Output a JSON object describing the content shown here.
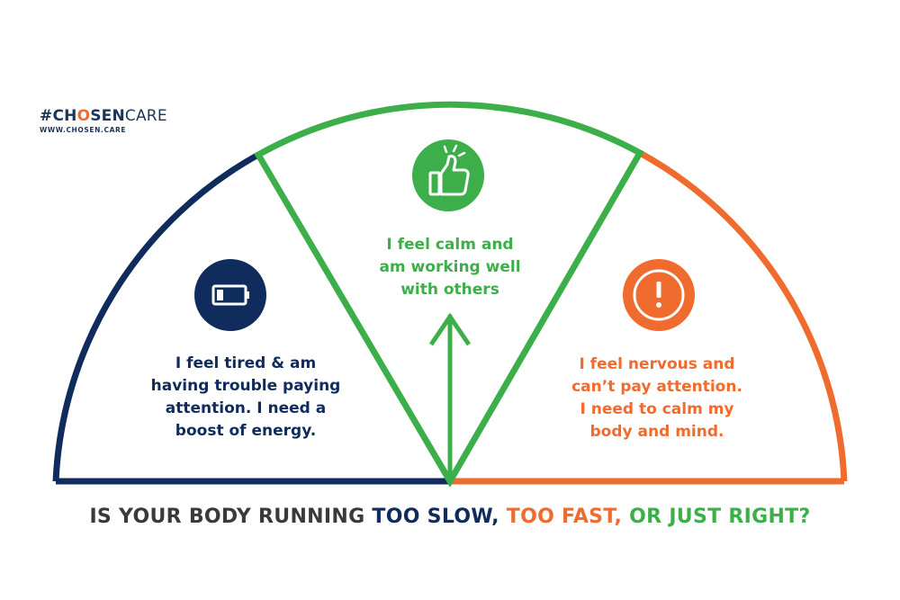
{
  "logo": {
    "hash": "#CH",
    "o": "O",
    "sen": "SEN",
    "care": "CARE",
    "url": "WWW.CHOSEN.CARE"
  },
  "zones": {
    "slow": {
      "lines": [
        "I feel tired & am",
        "having trouble paying",
        "attention. I need a",
        "boost of energy."
      ],
      "icon": "battery-low-icon",
      "color": "#0f2c5c"
    },
    "right": {
      "lines": [
        "I feel calm and",
        "am working well",
        "with others"
      ],
      "icon": "thumbs-up-icon",
      "color": "#3daf4a"
    },
    "fast": {
      "lines": [
        "I feel nervous and",
        "can’t pay attention.",
        "I need to calm my",
        "body and mind."
      ],
      "icon": "exclamation-icon",
      "color": "#ef6b2e"
    }
  },
  "question": {
    "part1": "IS YOUR BODY RUNNING ",
    "slow": "TOO SLOW,",
    "space1": " ",
    "fast": "TOO FAST,",
    "part2": " OR ",
    "right": "JUST RIGHT?"
  },
  "colors": {
    "navy": "#0f2c5c",
    "green": "#3daf4a",
    "orange": "#ef6b2e",
    "dark_text": "#3a3a3a"
  },
  "pointer": {
    "zone": "right"
  }
}
